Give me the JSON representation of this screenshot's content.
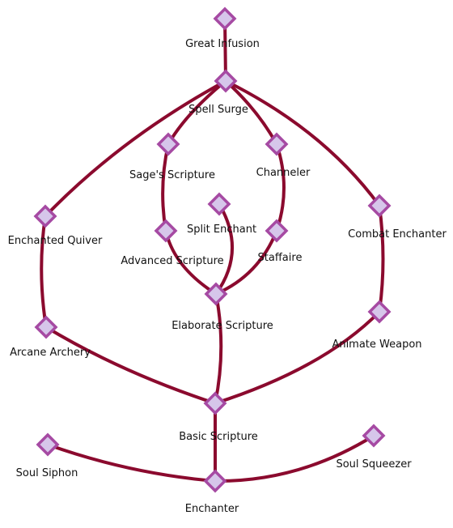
{
  "colors": {
    "link": "#8b0a2e",
    "node_fill": "#d6c6ea",
    "node_stroke": "#a64aa3"
  },
  "nodes": [
    {
      "id": "great_infusion",
      "label": "Great Infusion"
    },
    {
      "id": "spell_surge",
      "label": "Spell Surge"
    },
    {
      "id": "sages_scripture",
      "label": "Sage's Scripture"
    },
    {
      "id": "channeler",
      "label": "Channeler"
    },
    {
      "id": "enchanted_quiver",
      "label": "Enchanted Quiver"
    },
    {
      "id": "split_enchant",
      "label": "Split Enchant"
    },
    {
      "id": "combat_enchanter",
      "label": "Combat Enchanter"
    },
    {
      "id": "advanced_scripture",
      "label": "Advanced Scripture"
    },
    {
      "id": "staffaire",
      "label": "Staffaire"
    },
    {
      "id": "elaborate_scripture",
      "label": "Elaborate Scripture"
    },
    {
      "id": "arcane_archery",
      "label": "Arcane Archery"
    },
    {
      "id": "animate_weapon",
      "label": "Animate Weapon"
    },
    {
      "id": "basic_scripture",
      "label": "Basic Scripture"
    },
    {
      "id": "soul_siphon",
      "label": "Soul Siphon"
    },
    {
      "id": "soul_squeezer",
      "label": "Soul Squeezer"
    },
    {
      "id": "enchanter",
      "label": "Enchanter"
    }
  ],
  "edges": [
    {
      "from": "spell_surge",
      "to": "great_infusion"
    },
    {
      "from": "enchanted_quiver",
      "to": "spell_surge"
    },
    {
      "from": "combat_enchanter",
      "to": "spell_surge"
    },
    {
      "from": "sages_scripture",
      "to": "spell_surge"
    },
    {
      "from": "channeler",
      "to": "spell_surge"
    },
    {
      "from": "advanced_scripture",
      "to": "sages_scripture"
    },
    {
      "from": "staffaire",
      "to": "channeler"
    },
    {
      "from": "elaborate_scripture",
      "to": "advanced_scripture"
    },
    {
      "from": "elaborate_scripture",
      "to": "staffaire"
    },
    {
      "from": "elaborate_scripture",
      "to": "split_enchant"
    },
    {
      "from": "arcane_archery",
      "to": "enchanted_quiver"
    },
    {
      "from": "animate_weapon",
      "to": "combat_enchanter"
    },
    {
      "from": "basic_scripture",
      "to": "elaborate_scripture"
    },
    {
      "from": "basic_scripture",
      "to": "arcane_archery"
    },
    {
      "from": "basic_scripture",
      "to": "animate_weapon"
    },
    {
      "from": "enchanter",
      "to": "basic_scripture"
    },
    {
      "from": "enchanter",
      "to": "soul_siphon"
    },
    {
      "from": "enchanter",
      "to": "soul_squeezer"
    }
  ]
}
